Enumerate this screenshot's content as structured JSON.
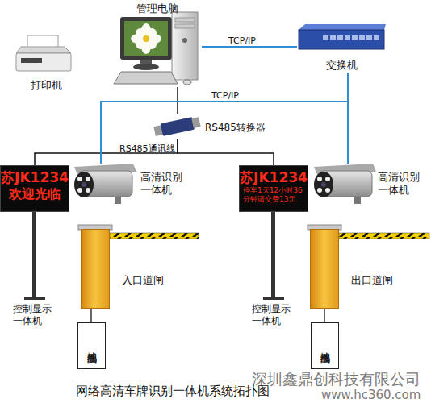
{
  "diagram": {
    "caption": "网络高清车牌识别一体机系统拓扑图",
    "nodes": [
      {
        "text": [
          "管理电脑"
        ]
      },
      {
        "text": [
          "打印机"
        ]
      },
      {
        "text": [
          "交换机"
        ]
      },
      {
        "text": [
          "RS485转换器"
        ]
      },
      {
        "text": [
          "高清识别一体机"
        ]
      },
      {
        "text": [
          "高清识别一体机"
        ]
      },
      {
        "text": [
          "苏JK1234",
          "欢迎光临"
        ]
      },
      {
        "text": [
          "苏JK1234",
          "停车1天12小时36分钟请交费13元"
        ]
      },
      {
        "text": [
          "入口道闸"
        ]
      },
      {
        "text": [
          "出口道闸"
        ]
      },
      {
        "text": [
          "地感线圈"
        ]
      },
      {
        "text": [
          "地感线圈"
        ]
      }
    ],
    "edges": [
      {
        "from": 0,
        "to": 2,
        "label": "TCP/IP",
        "arrow": "none"
      },
      {
        "from": 0,
        "to": 3,
        "arrow": "none"
      },
      {
        "from": 3,
        "to": 6,
        "label": "RS485通讯线",
        "arrow": "none"
      },
      {
        "from": 3,
        "to": 7,
        "arrow": "none"
      },
      {
        "from": 2,
        "to": 4,
        "label": "TCP/IP",
        "arrow": "none"
      },
      {
        "from": 2,
        "to": 5,
        "arrow": "none"
      },
      {
        "from": 8,
        "to": 10,
        "arrow": "none"
      },
      {
        "from": 9,
        "to": 11,
        "arrow": "none"
      }
    ],
    "labels": [
      "控制显示一体机",
      "控制显示一体机",
      "深圳鑫鼎创科技有限公司",
      "www.hc360.com"
    ]
  }
}
